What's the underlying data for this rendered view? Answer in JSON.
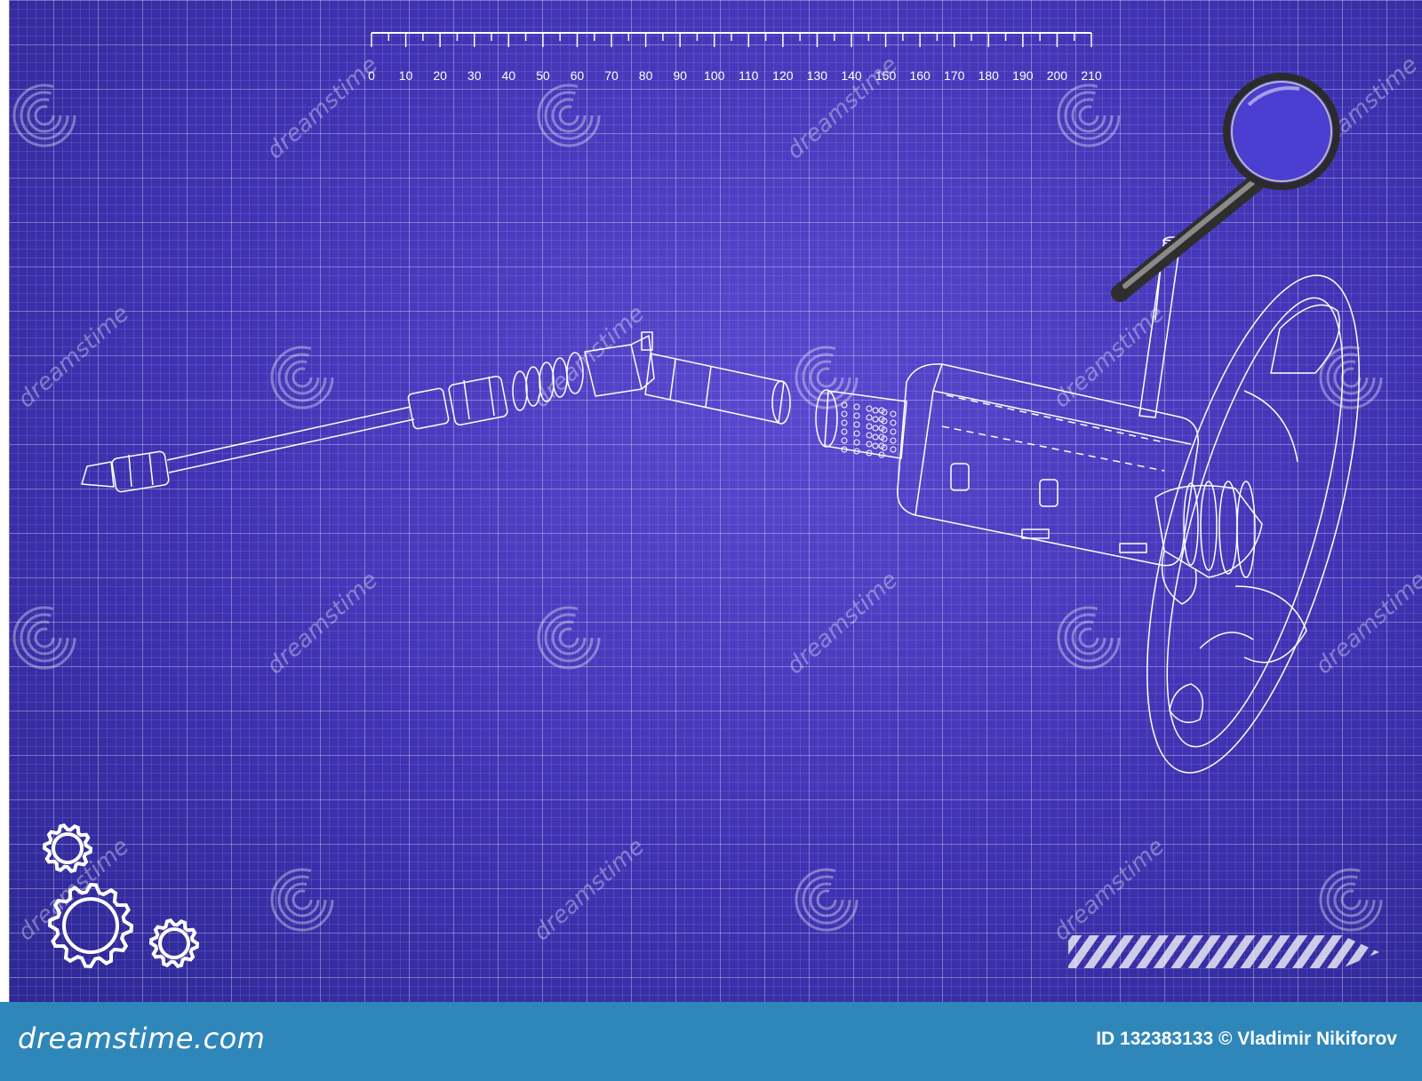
{
  "ruler": {
    "labels": [
      "0",
      "10",
      "20",
      "30",
      "40",
      "50",
      "60",
      "70",
      "80",
      "90",
      "100",
      "110",
      "120",
      "130",
      "140",
      "150",
      "160",
      "170",
      "180",
      "190",
      "200",
      "210"
    ]
  },
  "watermark": {
    "text": "dreamstime"
  },
  "footer": {
    "brand": "dreamstime.com",
    "credit": "ID 132383133 © Vladimir Nikiforov"
  },
  "colors": {
    "blueprint_center": "#5a49cf",
    "blueprint_edge": "#2d2894",
    "footer": "#2f87b9",
    "lines": "#ffffff"
  },
  "icons": [
    "magnifier-icon",
    "gear-icon",
    "steering-column-drawing",
    "hatched-arrow-icon"
  ]
}
